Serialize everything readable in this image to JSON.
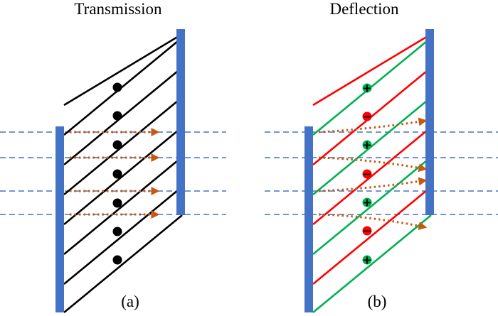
{
  "panels": {
    "left": {
      "title": "Transmission",
      "caption": "(a)"
    },
    "right": {
      "title": "Deflection",
      "caption": "(b)"
    }
  },
  "colors": {
    "plate": "#4472c4",
    "ray": "#4472c4",
    "arrow": "#c55a11",
    "wire_neutral": "#000000",
    "wire_positive": "#00b050",
    "wire_negative": "#ff0000",
    "text": "#000000"
  },
  "charges": {
    "positive": "+",
    "negative": "−"
  },
  "icons": [
    "plate",
    "wire",
    "charge-dot",
    "dashed-ray",
    "arrow"
  ]
}
